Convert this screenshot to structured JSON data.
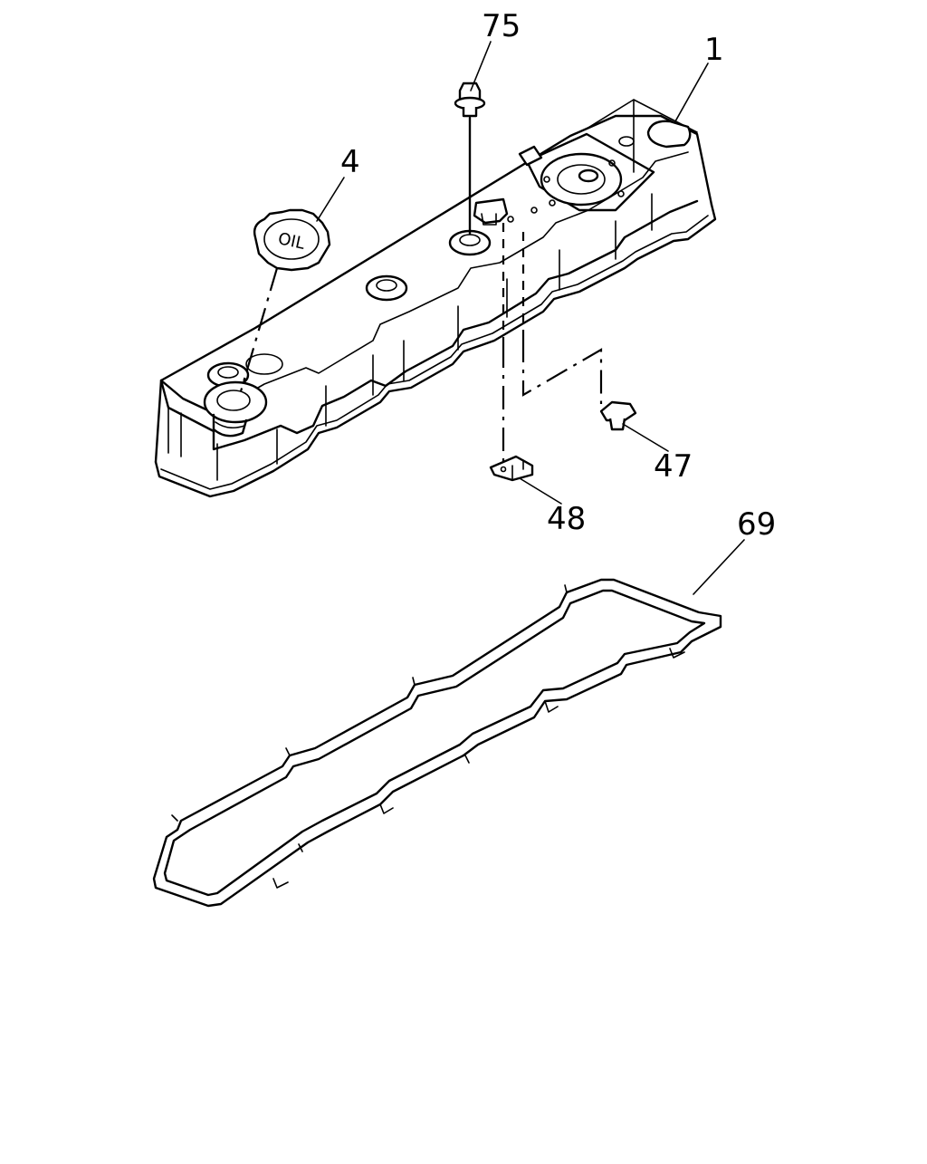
{
  "callouts": {
    "cover": "1",
    "oil_cap": "4",
    "bolt": "75",
    "fitting_47": "47",
    "bracket_48": "48",
    "gasket": "69"
  },
  "oil_cap_text": "OIL"
}
